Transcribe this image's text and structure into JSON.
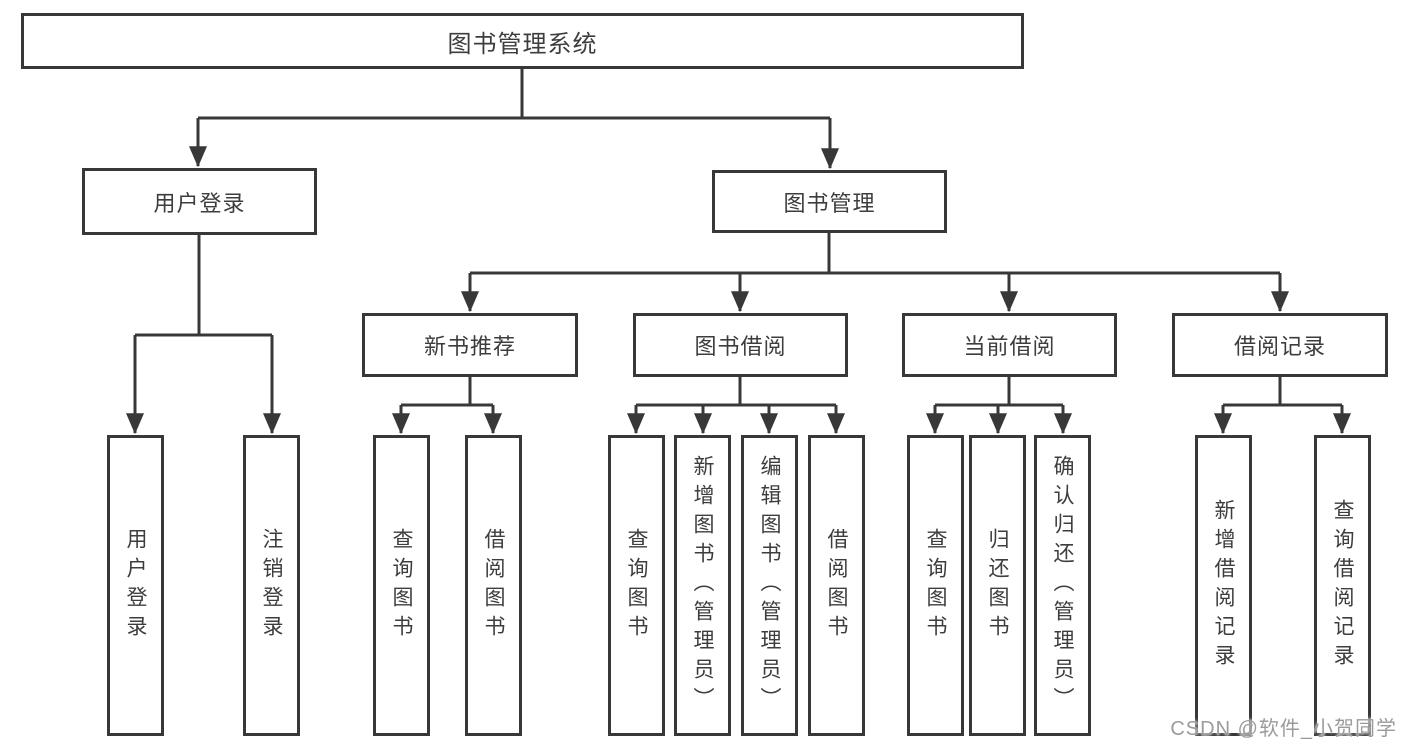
{
  "colors": {
    "line": "#383838",
    "box_border": "#383838",
    "text": "#3d3d3d",
    "watermark_text": "#9b9b9b",
    "background": "#ffffff"
  },
  "watermark": "CSDN @软件_小贺同学",
  "tree": {
    "label": "图书管理系统",
    "children": [
      {
        "label": "用户登录",
        "children": [
          {
            "label": "用户登录"
          },
          {
            "label": "注销登录"
          }
        ]
      },
      {
        "label": "图书管理",
        "children": [
          {
            "label": "新书推荐",
            "children": [
              {
                "label": "查询图书"
              },
              {
                "label": "借阅图书"
              }
            ]
          },
          {
            "label": "图书借阅",
            "children": [
              {
                "label": "查询图书"
              },
              {
                "label": "新增图书（管理员）"
              },
              {
                "label": "编辑图书（管理员）"
              },
              {
                "label": "借阅图书"
              }
            ]
          },
          {
            "label": "当前借阅",
            "children": [
              {
                "label": "查询图书"
              },
              {
                "label": "归还图书"
              },
              {
                "label": "确认归还（管理员）"
              }
            ]
          },
          {
            "label": "借阅记录",
            "children": [
              {
                "label": "新增借阅记录"
              },
              {
                "label": "查询借阅记录"
              }
            ]
          }
        ]
      }
    ]
  }
}
